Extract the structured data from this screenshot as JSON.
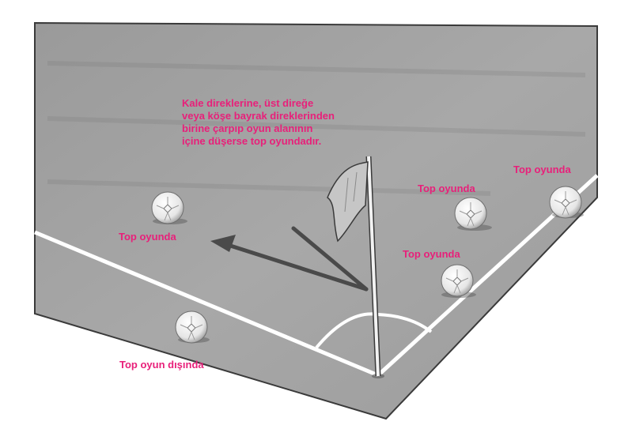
{
  "colors": {
    "field": "#a3a3a3",
    "field_dark": "#8c8c8c",
    "line": "#ffffff",
    "label": "#e8207a",
    "arrow": "#4a4a4a",
    "outline": "#3a3a3a"
  },
  "labels": {
    "rule_text": "Kale direklerine, üst direğe\nveya köşe bayrak direklerinden\nbirine çarpıp oyun alanının\niçine düşerse top oyundadır.",
    "ball_left": "Top oyunda",
    "ball_mid_top": "Top oyunda",
    "ball_right": "Top oyunda",
    "ball_mid_low": "Top oyunda",
    "ball_out": "Top oyun dışında"
  },
  "icons": {
    "ball": "soccer-ball-icon",
    "flag": "corner-flag-icon",
    "arrow": "rebound-arrow-icon"
  }
}
